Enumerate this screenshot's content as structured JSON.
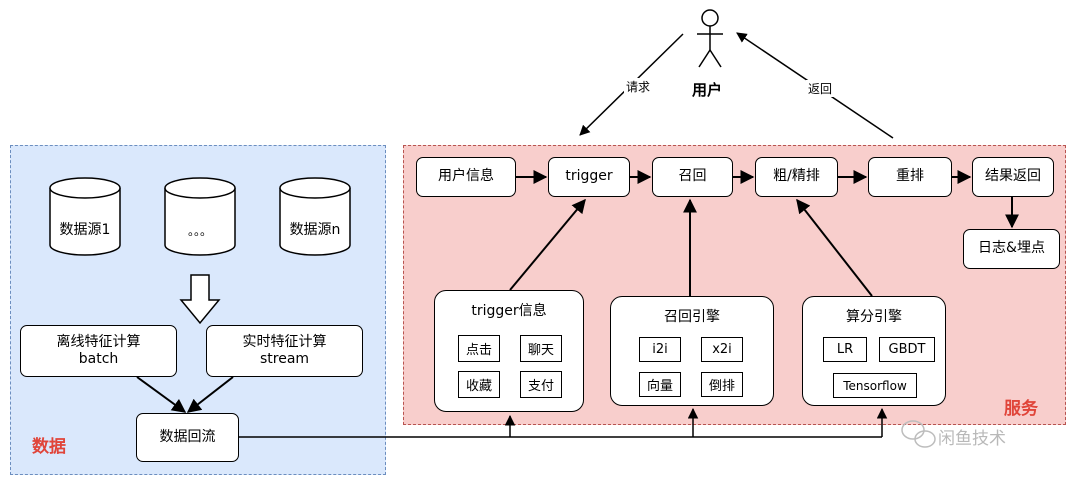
{
  "user": {
    "label": "用户",
    "request_label": "请求",
    "return_label": "返回"
  },
  "data_region": {
    "label": "数据",
    "sources": [
      "数据源1",
      "。。。",
      "数据源n"
    ],
    "offline": {
      "line1": "离线特征计算",
      "line2": "batch"
    },
    "realtime": {
      "line1": "实时特征计算",
      "line2": "stream"
    },
    "backflow": "数据回流"
  },
  "service_region": {
    "label": "服务",
    "pipeline": [
      "用户信息",
      "trigger",
      "召回",
      "粗/精排",
      "重排",
      "结果返回"
    ],
    "log": "日志&埋点",
    "trigger_panel": {
      "title": "trigger信息",
      "items": [
        "点击",
        "聊天",
        "收藏",
        "支付"
      ]
    },
    "recall_panel": {
      "title": "召回引擎",
      "items": [
        "i2i",
        "x2i",
        "向量",
        "倒排"
      ]
    },
    "score_panel": {
      "title": "算分引擎",
      "items": [
        "LR",
        "GBDT",
        "Tensorflow"
      ]
    }
  },
  "watermark": "闲鱼技术"
}
